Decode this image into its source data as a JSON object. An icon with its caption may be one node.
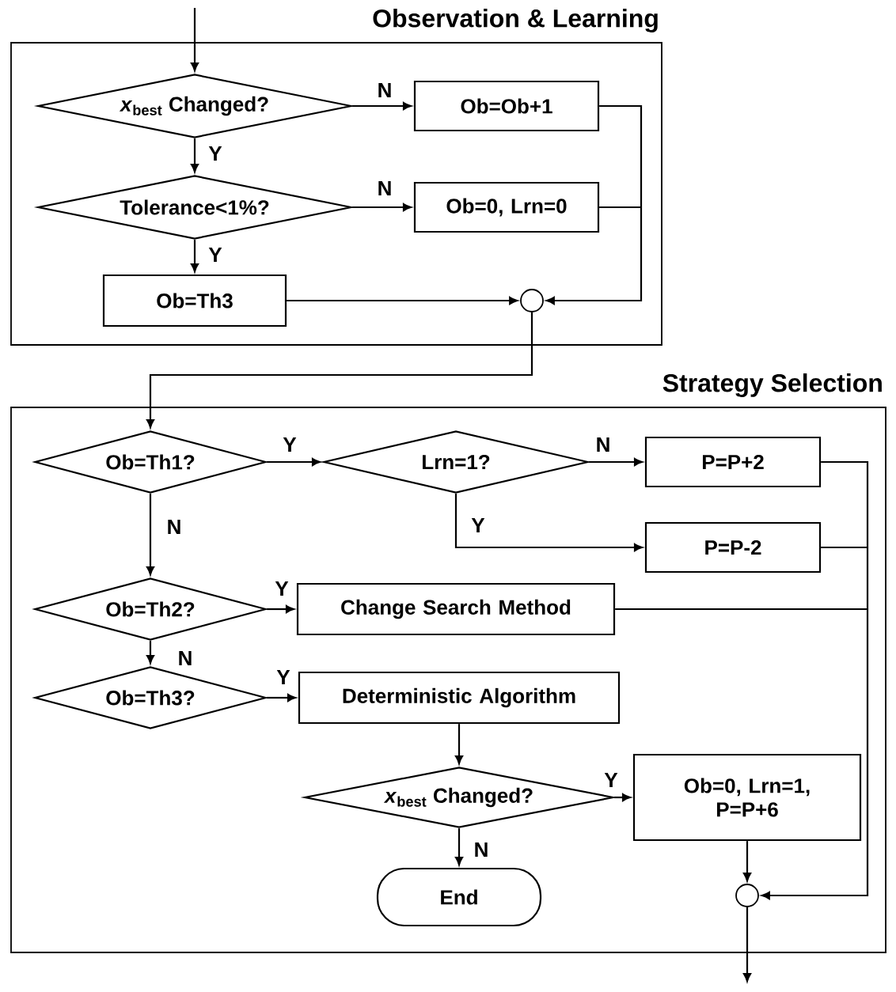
{
  "diagram": {
    "nodes": [
      {
        "text": [
          "Observation & Learning"
        ]
      },
      {
        "text": [
          "*x*$_{best}$ Changed?"
        ],
        "in": 0
      },
      {
        "text": [
          "Ob=Ob+1"
        ],
        "in": 0
      },
      {
        "text": [
          "Tolerance<1%?"
        ],
        "in": 0
      },
      {
        "text": [
          "Ob=0, Lrn=0"
        ],
        "in": 0
      },
      {
        "text": [
          "Ob=Th3"
        ],
        "in": 0
      },
      {
        "text": [],
        "shape": "circle",
        "in": 0
      },
      {
        "text": [
          "Strategy Selection"
        ]
      },
      {
        "text": [
          "Ob=Th1?"
        ],
        "in": 7
      },
      {
        "text": [
          "Lrn=1?"
        ],
        "in": 7
      },
      {
        "text": [
          "P=P+2"
        ],
        "in": 7
      },
      {
        "text": [
          "P=P-2"
        ],
        "in": 7
      },
      {
        "text": [
          "Ob=Th2?"
        ],
        "in": 7
      },
      {
        "text": [
          "Change Search Method"
        ],
        "in": 7
      },
      {
        "text": [
          "Ob=Th3?"
        ],
        "in": 7
      },
      {
        "text": [
          "Deterministic Algorithm"
        ],
        "in": 7
      },
      {
        "text": [
          "*x*$_{best}$ Changed?"
        ],
        "in": 7
      },
      {
        "text": [
          "Ob=0, Lrn=1, P=P+6"
        ],
        "in": 7
      },
      {
        "text": [
          "End"
        ],
        "in": 7
      },
      {
        "text": [],
        "shape": "circle",
        "in": 7
      }
    ],
    "edges": [
      {
        "from": null,
        "to": 1,
        "arrow": "to"
      },
      {
        "from": 1,
        "to": 2,
        "arrow": "to",
        "label": "N"
      },
      {
        "from": 1,
        "to": 3,
        "arrow": "to",
        "label": "Y"
      },
      {
        "from": 3,
        "to": 4,
        "arrow": "to",
        "label": "N"
      },
      {
        "from": 3,
        "to": 5,
        "arrow": "to",
        "label": "Y"
      },
      {
        "from": 5,
        "to": 6,
        "arrow": "to"
      },
      {
        "from": 2,
        "to": 6,
        "arrow": "to"
      },
      {
        "from": 4,
        "to": 6,
        "arrow": "to"
      },
      {
        "from": 6,
        "to": 8,
        "arrow": "to"
      },
      {
        "from": 8,
        "to": 9,
        "arrow": "to",
        "label": "Y"
      },
      {
        "from": 9,
        "to": 10,
        "arrow": "to",
        "label": "N"
      },
      {
        "from": 9,
        "to": 11,
        "arrow": "to",
        "label": "Y"
      },
      {
        "from": 8,
        "to": 12,
        "arrow": "to",
        "label": "N"
      },
      {
        "from": 12,
        "to": 13,
        "arrow": "to",
        "label": "Y"
      },
      {
        "from": 12,
        "to": 14,
        "arrow": "to",
        "label": "N"
      },
      {
        "from": 14,
        "to": 15,
        "arrow": "to",
        "label": "Y"
      },
      {
        "from": 15,
        "to": 16,
        "arrow": "to"
      },
      {
        "from": 16,
        "to": 17,
        "arrow": "to",
        "label": "Y"
      },
      {
        "from": 16,
        "to": 18,
        "arrow": "to",
        "label": "N"
      },
      {
        "from": 17,
        "to": 19,
        "arrow": "to"
      },
      {
        "from": 10,
        "to": 19,
        "arrow": "to"
      },
      {
        "from": 11,
        "to": 19,
        "arrow": "to"
      },
      {
        "from": 13,
        "to": 19,
        "arrow": "to"
      },
      {
        "from": 19,
        "to": null,
        "arrow": "to"
      }
    ]
  }
}
